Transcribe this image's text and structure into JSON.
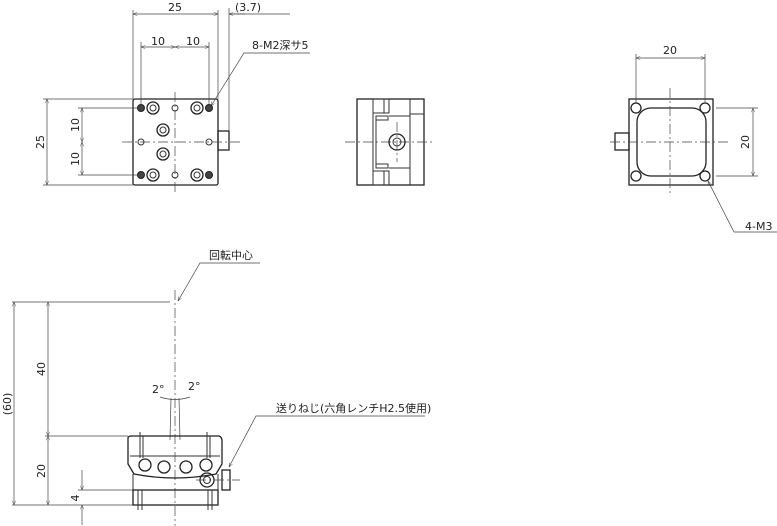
{
  "top_view": {
    "dim_width": "25",
    "dim_offset": "(3.7)",
    "dim_pitch_x1": "10",
    "dim_pitch_x2": "10",
    "dim_height": "25",
    "dim_pitch_y1": "10",
    "dim_pitch_y2": "10",
    "hole_note": "8-M2深サ5"
  },
  "right_view": {
    "dim_width": "20",
    "dim_height": "20",
    "hole_note": "4-M3"
  },
  "front_view": {
    "rotation_center_note": "回転中心",
    "angle_left": "2°",
    "angle_right": "2°",
    "feed_screw_note": "送りねじ(六角レンチH2.5使用)",
    "dim_total": "(60)",
    "dim_upper": "40",
    "dim_lower": "20",
    "dim_base": "4"
  }
}
